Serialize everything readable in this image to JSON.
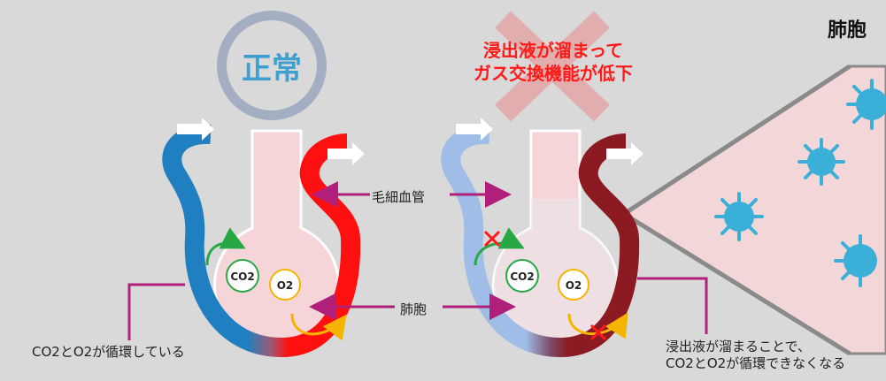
{
  "normal": {
    "label": "正常"
  },
  "warning": {
    "line1": "浸出液が溜まって",
    "line2": "ガス交換機能が低下"
  },
  "labels": {
    "capillary": "毛細血管",
    "alveolus": "肺胞",
    "co2": "CO2",
    "o2": "O2",
    "right_title": "肺胞"
  },
  "captions": {
    "left": "CO2とO2が循環している",
    "right_line1": "浸出液が溜まることで、",
    "right_line2": "CO2とO2が循環できなくなる"
  },
  "colors": {
    "background": "#d9d9d9",
    "alveolus_fill": "#f5d5d8",
    "vein_blue": "#1f7fc0",
    "artery_red": "#ff1010",
    "dark_red": "#8b1a22",
    "pale_blue": "#9fbde6",
    "connector": "#b0207a",
    "co2_green": "#28a745",
    "o2_orange": "#f4b400",
    "cross_red": "#ff1a1a",
    "virus": "#3ab0d8"
  }
}
